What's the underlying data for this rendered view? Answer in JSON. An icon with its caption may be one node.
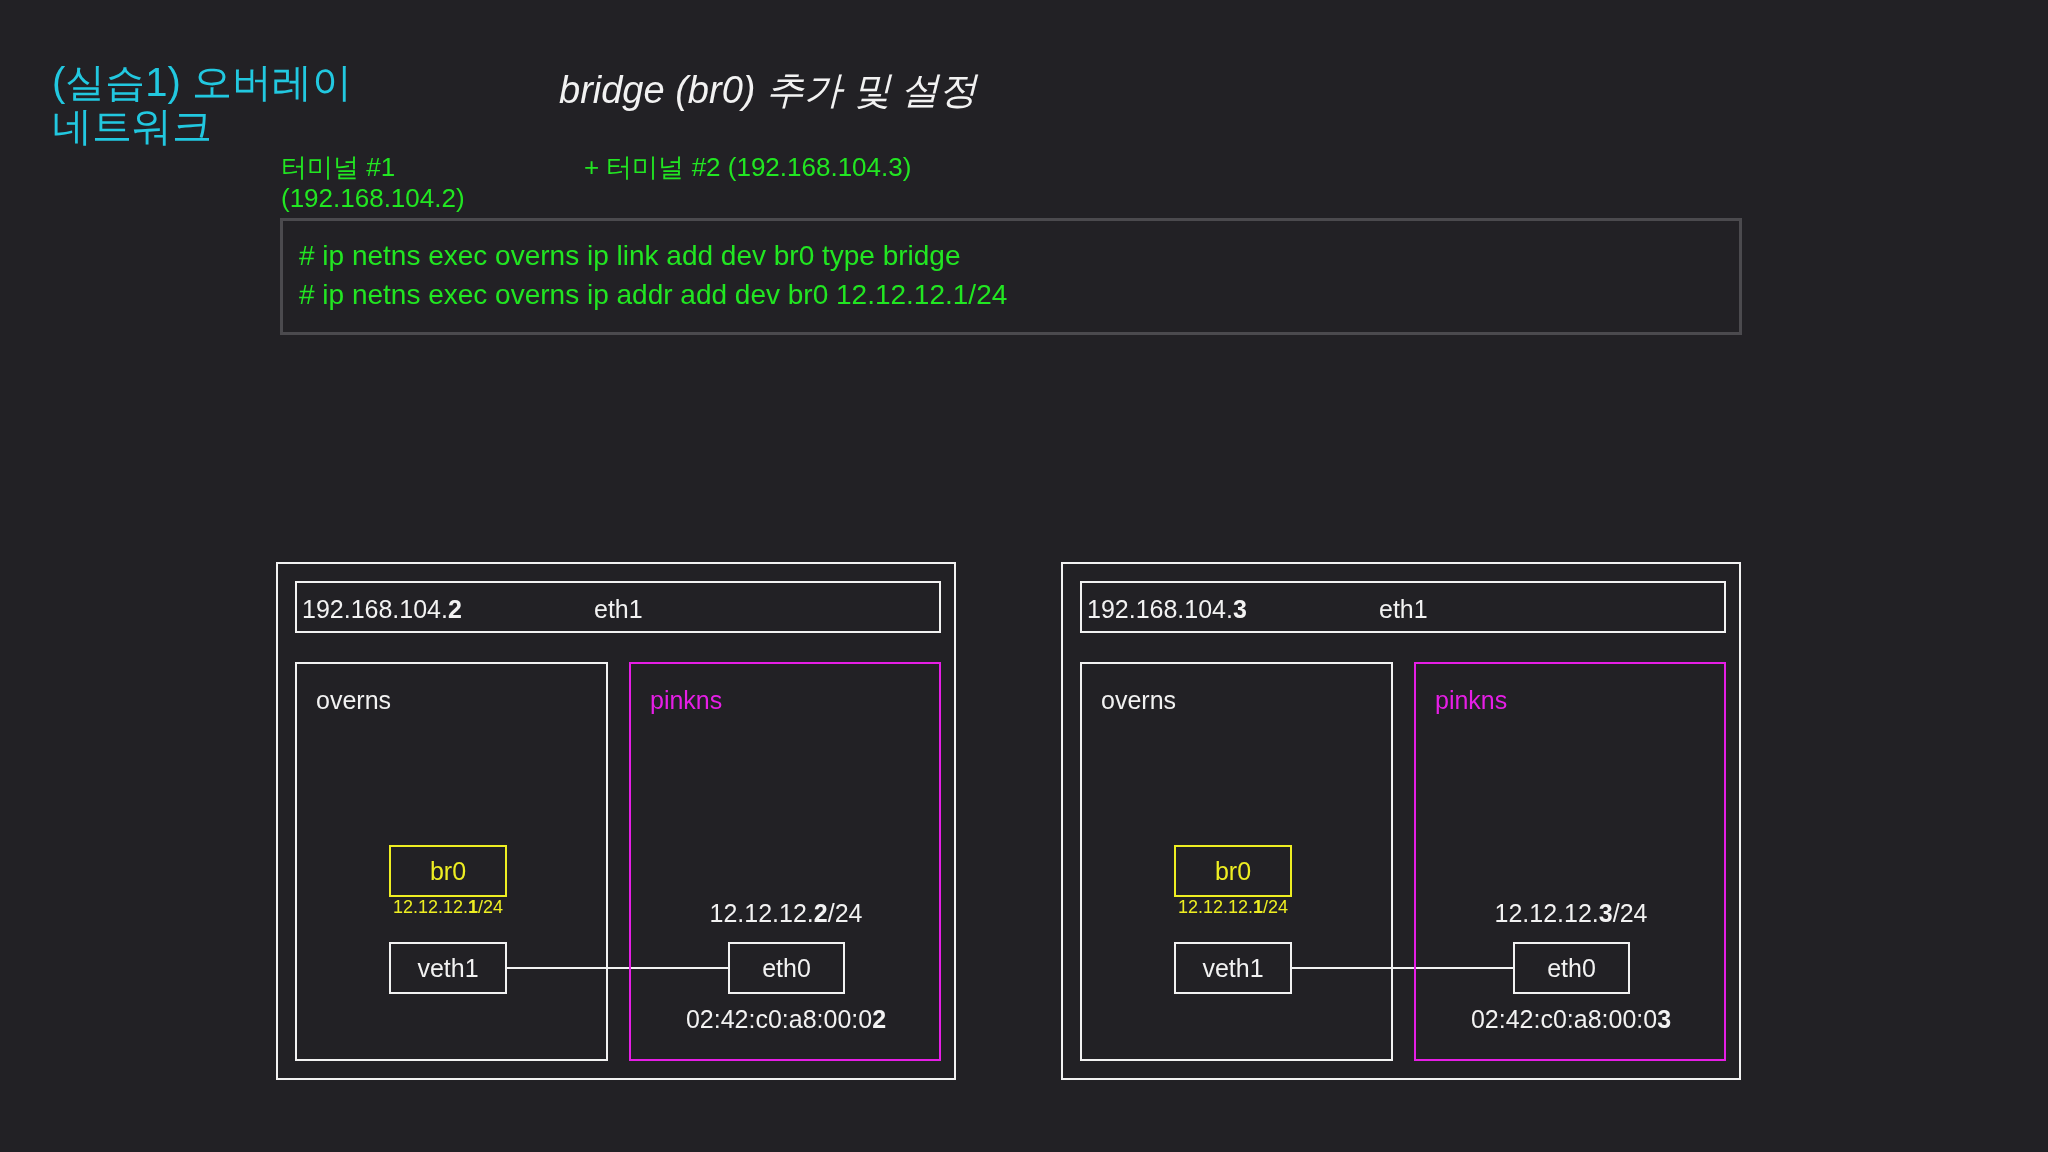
{
  "diagram": {
    "title": "(실습1) 오버레이 네트워크",
    "nodes": [
      {
        "text": [
          "터미널 #1 (192.168.104.2)",
          "+ 터미널 #2 (192.168.104.3)",
          "# ip netns exec overns ip link add dev br0 type bridge",
          "# ip netns exec overns ip addr add dev br0 12.12.12.1/24"
        ]
      },
      {
        "text": [],
        "shape": "box"
      },
      {
        "text": [
          "192.168.104.**2**",
          "eth1"
        ],
        "in": 1
      },
      {
        "text": [
          "overns"
        ],
        "in": 1
      },
      {
        "text": [
          "br0"
        ],
        "in": 3,
        "beside": [
          "12.12.12.**1**/24"
        ]
      },
      {
        "text": [
          "veth1"
        ],
        "in": 3
      },
      {
        "text": [
          "pinkns"
        ],
        "in": 1
      },
      {
        "text": [
          "eth0"
        ],
        "in": 6,
        "beside": [
          "12.12.12.**2**/24",
          "02:42:c0:a8:00:0**2**"
        ]
      },
      {
        "text": [],
        "shape": "box"
      },
      {
        "text": [
          "192.168.104.**3**",
          "eth1"
        ],
        "in": 8
      },
      {
        "text": [
          "overns"
        ],
        "in": 8
      },
      {
        "text": [
          "br0"
        ],
        "in": 10,
        "beside": [
          "12.12.12.**1**/24"
        ]
      },
      {
        "text": [
          "veth1"
        ],
        "in": 10
      },
      {
        "text": [
          "pinkns"
        ],
        "in": 8
      },
      {
        "text": [
          "eth0"
        ],
        "in": 13,
        "beside": [
          "12.12.12.**3**/24",
          "02:42:c0:a8:00:0**3**"
        ]
      }
    ],
    "edges": [
      {
        "from": 5,
        "to": 7,
        "arrow": "none"
      },
      {
        "from": 12,
        "to": 14,
        "arrow": "none"
      }
    ],
    "labels": [
      "bridge (br0) 추가 및 설정"
    ]
  }
}
